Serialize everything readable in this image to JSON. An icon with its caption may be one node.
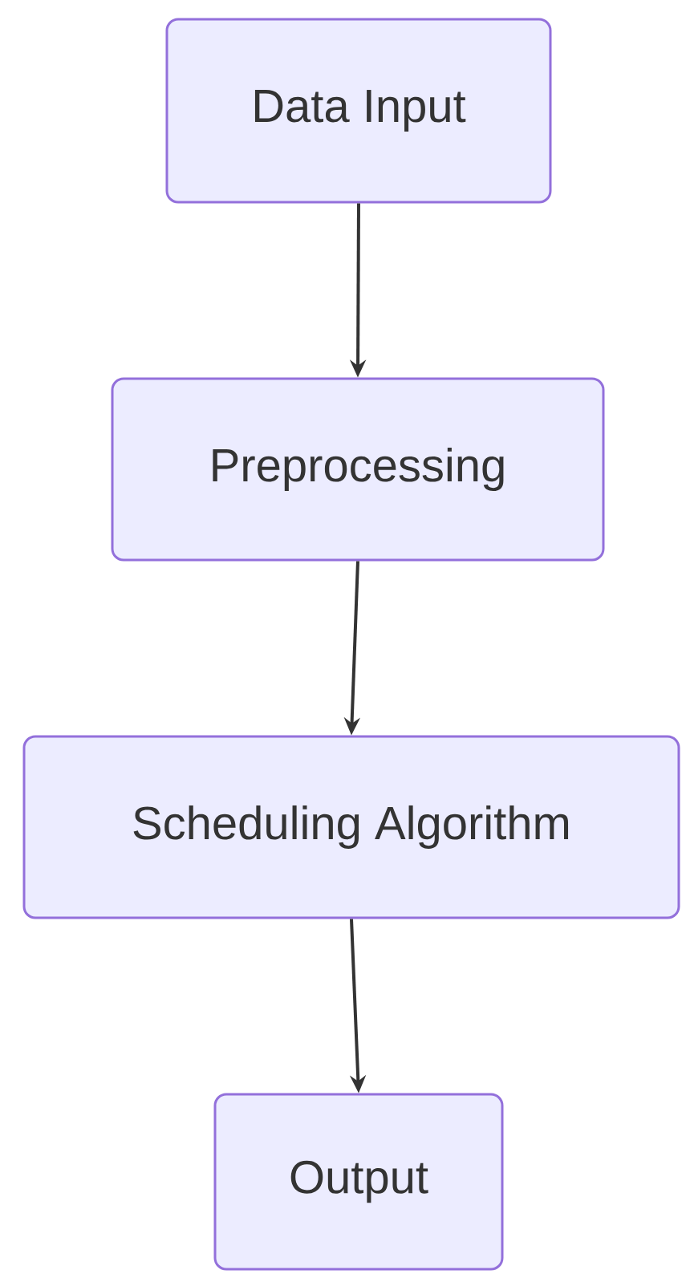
{
  "diagram": {
    "nodes": [
      {
        "text": [
          "Data Input"
        ]
      },
      {
        "text": [
          "Preprocessing"
        ]
      },
      {
        "text": [
          "Scheduling Algorithm"
        ]
      },
      {
        "text": [
          "Output"
        ]
      }
    ],
    "edges": [
      {
        "from": 0,
        "to": 1,
        "arrow": "to"
      },
      {
        "from": 1,
        "to": 2,
        "arrow": "to"
      },
      {
        "from": 2,
        "to": 3,
        "arrow": "to"
      }
    ]
  }
}
